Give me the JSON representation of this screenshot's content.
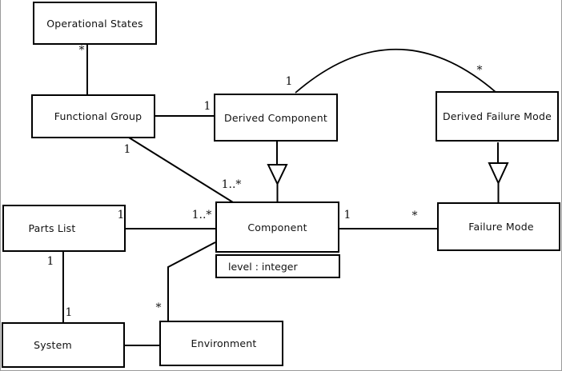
{
  "diagram": {
    "type": "uml-class-diagram",
    "classes": {
      "operational_states": {
        "name": "Operational States"
      },
      "functional_group": {
        "name": "Functional Group"
      },
      "derived_component": {
        "name": "Derived Component"
      },
      "derived_failure_mode": {
        "name": "Derived Failure Mode"
      },
      "parts_list": {
        "name": "Parts List"
      },
      "component": {
        "name": "Component",
        "attribute": "level : integer"
      },
      "failure_mode": {
        "name": "Failure Mode"
      },
      "system": {
        "name": "System"
      },
      "environment": {
        "name": "Environment"
      }
    },
    "multiplicities": {
      "op_states_end": "*",
      "fg_to_dc_end": "1",
      "dc_arc_end": "1",
      "dfm_arc_end": "*",
      "fg_diag_end": "1",
      "component_fg_end": "1..*",
      "parts_list_end": "1",
      "component_pl_end": "1..*",
      "component_fm_end": "1",
      "failure_mode_end": "*",
      "parts_list_sys_end": "1",
      "system_end": "1",
      "environment_end": "*"
    },
    "relationships": [
      {
        "from": "Operational States",
        "to": "Functional Group",
        "type": "association",
        "from_label": "*",
        "to_label": ""
      },
      {
        "from": "Functional Group",
        "to": "Derived Component",
        "type": "association",
        "from_label": "",
        "to_label": "1"
      },
      {
        "from": "Derived Component",
        "to": "Derived Failure Mode",
        "type": "association-arc",
        "from_label": "1",
        "to_label": "*"
      },
      {
        "from": "Derived Component",
        "to": "Component",
        "type": "generalization",
        "arrowhead": "hollow-triangle"
      },
      {
        "from": "Derived Failure Mode",
        "to": "Failure Mode",
        "type": "generalization",
        "arrowhead": "hollow-triangle"
      },
      {
        "from": "Functional Group",
        "to": "Component",
        "type": "association",
        "from_label": "1",
        "to_label": "1..*"
      },
      {
        "from": "Parts List",
        "to": "Component",
        "type": "association",
        "from_label": "1",
        "to_label": "1..*"
      },
      {
        "from": "Component",
        "to": "Failure Mode",
        "type": "association",
        "from_label": "1",
        "to_label": "*"
      },
      {
        "from": "Parts List",
        "to": "System",
        "type": "association",
        "from_label": "1",
        "to_label": "1"
      },
      {
        "from": "System",
        "to": "Environment",
        "type": "association",
        "from_label": "",
        "to_label": ""
      },
      {
        "from": "Environment",
        "to": "Component",
        "type": "association",
        "from_label": "*",
        "to_label": ""
      }
    ],
    "colors": {
      "line": "#000000",
      "box_fill": "#ffffff",
      "background": "#ffffff",
      "page_edge": "#9a9a9a"
    }
  }
}
